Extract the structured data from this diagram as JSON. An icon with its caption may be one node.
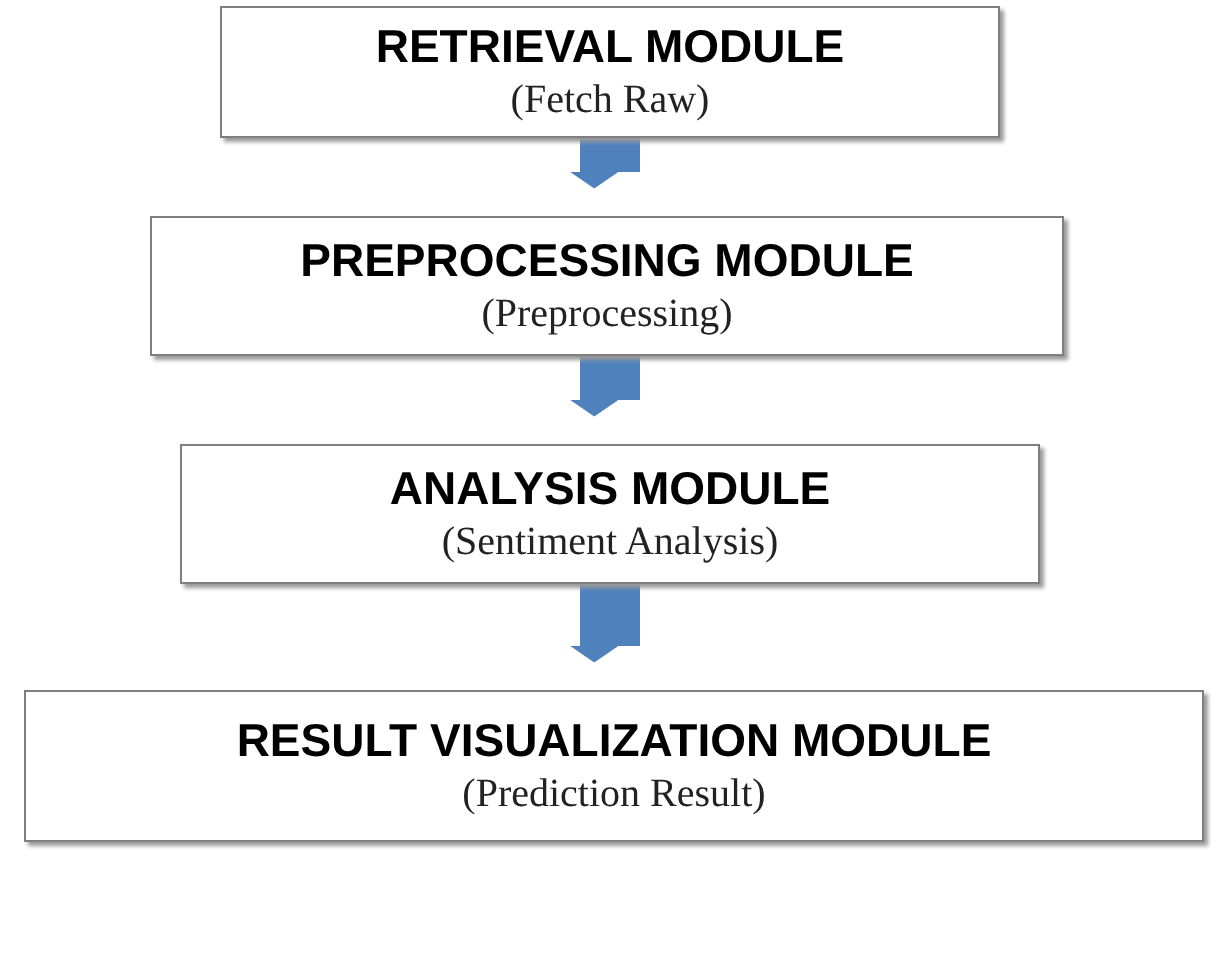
{
  "diagram": {
    "nodes": [
      {
        "text": [
          "RETRIEVAL MODULE",
          "(Fetch Raw)"
        ]
      },
      {
        "text": [
          "PREPROCESSING MODULE",
          "(Preprocessing)"
        ]
      },
      {
        "text": [
          "ANALYSIS MODULE",
          "(Sentiment Analysis)"
        ]
      },
      {
        "text": [
          "RESULT VISUALIZATION MODULE",
          "(Prediction Result)"
        ]
      }
    ],
    "edges": [
      {
        "from": 0,
        "to": 1,
        "arrow": "to"
      },
      {
        "from": 1,
        "to": 2,
        "arrow": "to"
      },
      {
        "from": 2,
        "to": 3,
        "arrow": "to"
      }
    ]
  }
}
